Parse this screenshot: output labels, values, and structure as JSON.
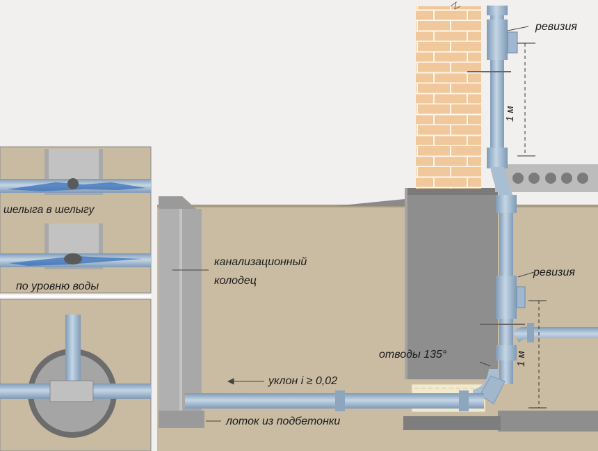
{
  "labels": {
    "revision_top": "ревизия",
    "revision_mid": "ревизия",
    "one_meter_top": "1 м",
    "one_meter_bottom": "1 м",
    "crown_to_crown": "шелыга в шелыгу",
    "by_water_level": "по уровню воды",
    "sewer_well_line1": "канализационный",
    "sewer_well_line2": "колодец",
    "bends": "отводы 135°",
    "slope": "уклон i ≥ 0,02",
    "tray": "лоток из подбетонки"
  },
  "colors": {
    "background": "#f2f0ee",
    "soil": "#c9bca2",
    "soil_dark": "#b9ab8f",
    "concrete": "#b8b8b8",
    "foundation": "#8f8f8f",
    "brick": "#f0c79a",
    "pipe": "#9fb8cf",
    "pipe_dark": "#6d8aa6",
    "water": "#3a6fb8",
    "insulation": "#f4ecd0"
  }
}
